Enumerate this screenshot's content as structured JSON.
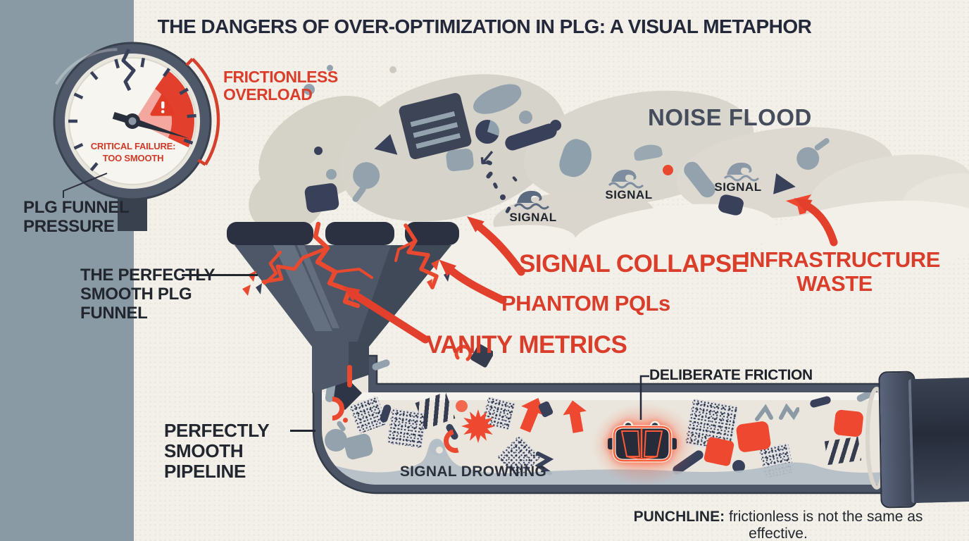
{
  "title": "THE DANGERS OF OVER-OPTIMIZATION IN PLG: A VISUAL METAPHOR",
  "gauge": {
    "label": "PLG FUNNEL PRESSURE",
    "critical_line1": "CRITICAL FAILURE:",
    "critical_line2": "TOO SMOOTH",
    "overload_label": "FRICTIONLESS OVERLOAD"
  },
  "funnel": {
    "label": "THE PERFECTLY SMOOTH PLG FUNNEL"
  },
  "noise": {
    "flood_label": "NOISE FLOOD",
    "signal_labels": [
      "SIGNAL",
      "SIGNAL",
      "SIGNAL"
    ]
  },
  "failures": {
    "signal_collapse": "SIGNAL COLLAPSE",
    "phantom_pqls": "PHANTOM PQLs",
    "vanity_metrics": "VANITY METRICS",
    "infrastructure_waste": "INFRASTRUCTURE WASTE"
  },
  "pipeline": {
    "label": "PERFECTLY SMOOTH PIPELINE",
    "signal_drowning": "SIGNAL DROWNING",
    "deliberate_friction": "DELIBERATE FRICTION"
  },
  "punchline": {
    "prefix": "PUNCHLINE:",
    "rest": "frictionless is not the same as effective."
  },
  "colors": {
    "accent_red": "#da3e2b",
    "crack_red": "#e8492f",
    "dark_navy": "#2b3140",
    "slate": "#4d5768",
    "gray_blue": "#93a2ad",
    "cream": "#f3f0e9",
    "band_blue_gray": "#8a9aa4",
    "splash_gray": "#d6d3ca",
    "water_gray": "#b4bec6",
    "glow_orange": "#ff5a36"
  },
  "icons": {
    "pressure-gauge-icon": "circular gauge, cracked glass, needle in red zone",
    "warning-triangle-icon": "red triangle with exclamation mark",
    "signal-wave-icon": "curling ocean wave",
    "brake-pad-icon": "brake pad glowing red",
    "magnifier-icon": "magnifying glass",
    "pie-chart-icon": "pie chart",
    "document-icon": "card with text lines",
    "speech-bubble-icon": "chat bubble",
    "arrow-southwest-icon": "↙",
    "starburst-icon": "12-point burst",
    "noise-square-icon": "speckled static square",
    "play-triangle-icon": "▶",
    "crack-icon": "jagged red cracks"
  }
}
